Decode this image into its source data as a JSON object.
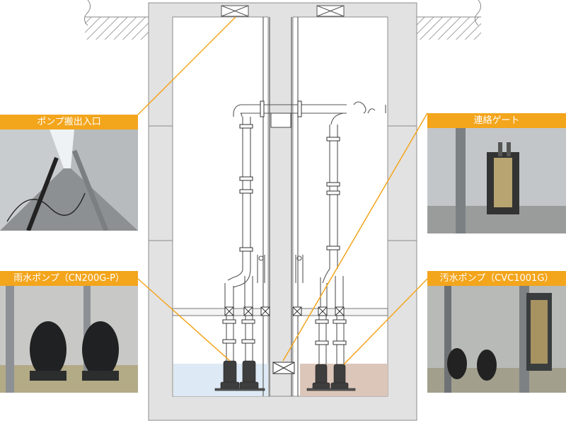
{
  "labels": {
    "pump_hatch": "ポンプ搬出入口",
    "connecting_gate": "連絡ゲート",
    "rain_pump": "雨水ポンプ（CN200G-P）",
    "sewage_pump": "汚水ポンプ（CVC1001G）"
  },
  "colors": {
    "accent": "#f3a51c",
    "concrete": "#e3e2e2",
    "wall_outline": "#8c8c8c",
    "rain_water": "#dde9f4",
    "sewage_water": "#dcc6b9",
    "pump_body": "#3e3e3e"
  }
}
